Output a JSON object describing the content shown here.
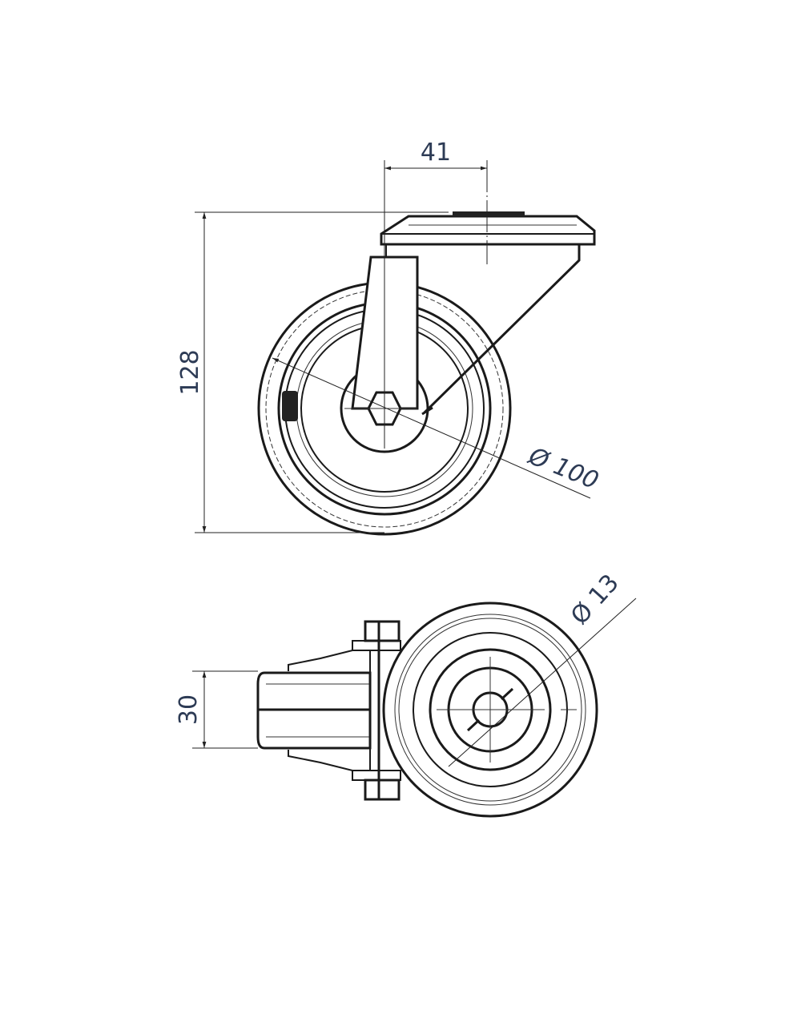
{
  "drawing": {
    "title": "Swivel castor technical drawing",
    "dimensions": {
      "offset": "41",
      "height": "128",
      "wheel_diameter": "Ø 100",
      "width": "30",
      "bore_diameter": "Ø 13"
    },
    "colors": {
      "line": "#1a1a1a",
      "dimension_text": "#2d3b55",
      "background": "#ffffff"
    }
  }
}
